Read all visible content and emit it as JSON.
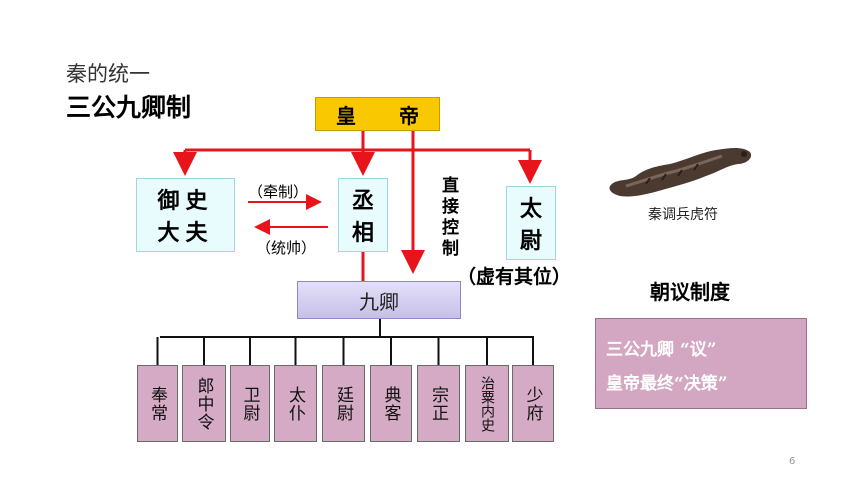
{
  "heading": {
    "subtitle": "秦的统一",
    "title": "三公九卿制"
  },
  "emperor": "皇 帝",
  "yushi": {
    "line1": "御史",
    "line2": "大夫"
  },
  "chengxiang": {
    "line1": "丞",
    "line2": "相"
  },
  "taiwei": {
    "line1": "太",
    "line2": "尉"
  },
  "taiwei_note": "（虚有其位）",
  "restrain_label": "（牵制）",
  "lead_label": "（统帅）",
  "direct_control": "直接控制",
  "jiuqing": "九卿",
  "ministers": [
    "奉常",
    "郎中令",
    "卫尉",
    "太仆",
    "廷尉",
    "典客",
    "宗正",
    "治粟内史",
    "少府"
  ],
  "tally_caption": "秦调兵虎符",
  "system": {
    "heading": "朝议制度",
    "line1": "三公九卿 “议”",
    "line2": "皇帝最终“决策”"
  },
  "page_number": "6",
  "colors": {
    "arrow": "#e8141c",
    "emperor_fill": "#f9c800",
    "minister_fill": "#d5aac4",
    "jiuqing_fill": "#c6c0ea"
  }
}
